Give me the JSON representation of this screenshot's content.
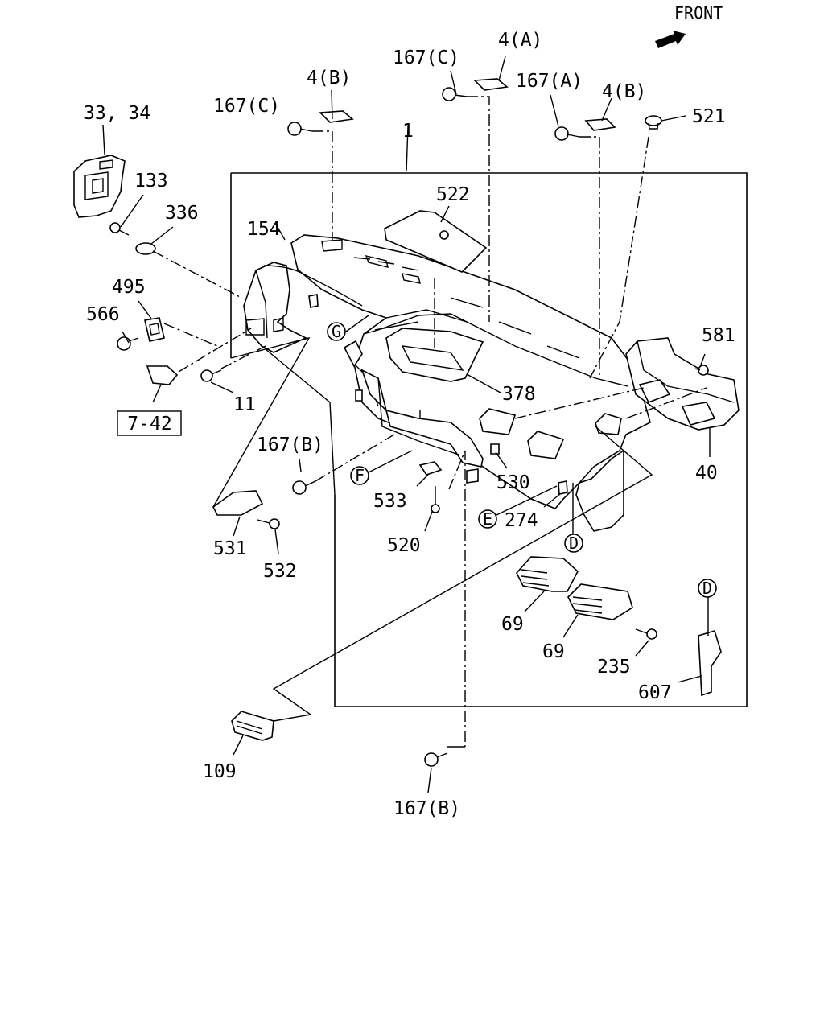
{
  "front_label": "FRONT",
  "ref_box_label": "7-42",
  "parts": {
    "p33_34": "33, 34",
    "p133": "133",
    "p336": "336",
    "p154": "154",
    "p495": "495",
    "p566": "566",
    "p11": "11",
    "p167c_left": "167(C)",
    "p4b_left": "4(B)",
    "p167c_mid": "167(C)",
    "p4a": "4(A)",
    "p167a": "167(A)",
    "p4b_right": "4(B)",
    "p521": "521",
    "p1": "1",
    "p522": "522",
    "p581": "581",
    "p378": "378",
    "p40": "40",
    "p167b_left": "167(B)",
    "p530": "530",
    "p533": "533",
    "p274": "274",
    "p520": "520",
    "p531": "531",
    "p532": "532",
    "p69_a": "69",
    "p69_b": "69",
    "p235": "235",
    "p607": "607",
    "p109": "109",
    "p167b_bottom": "167(B)"
  },
  "callouts": {
    "g": "G",
    "f": "F",
    "e": "E",
    "d_mid": "D",
    "d_right": "D"
  }
}
